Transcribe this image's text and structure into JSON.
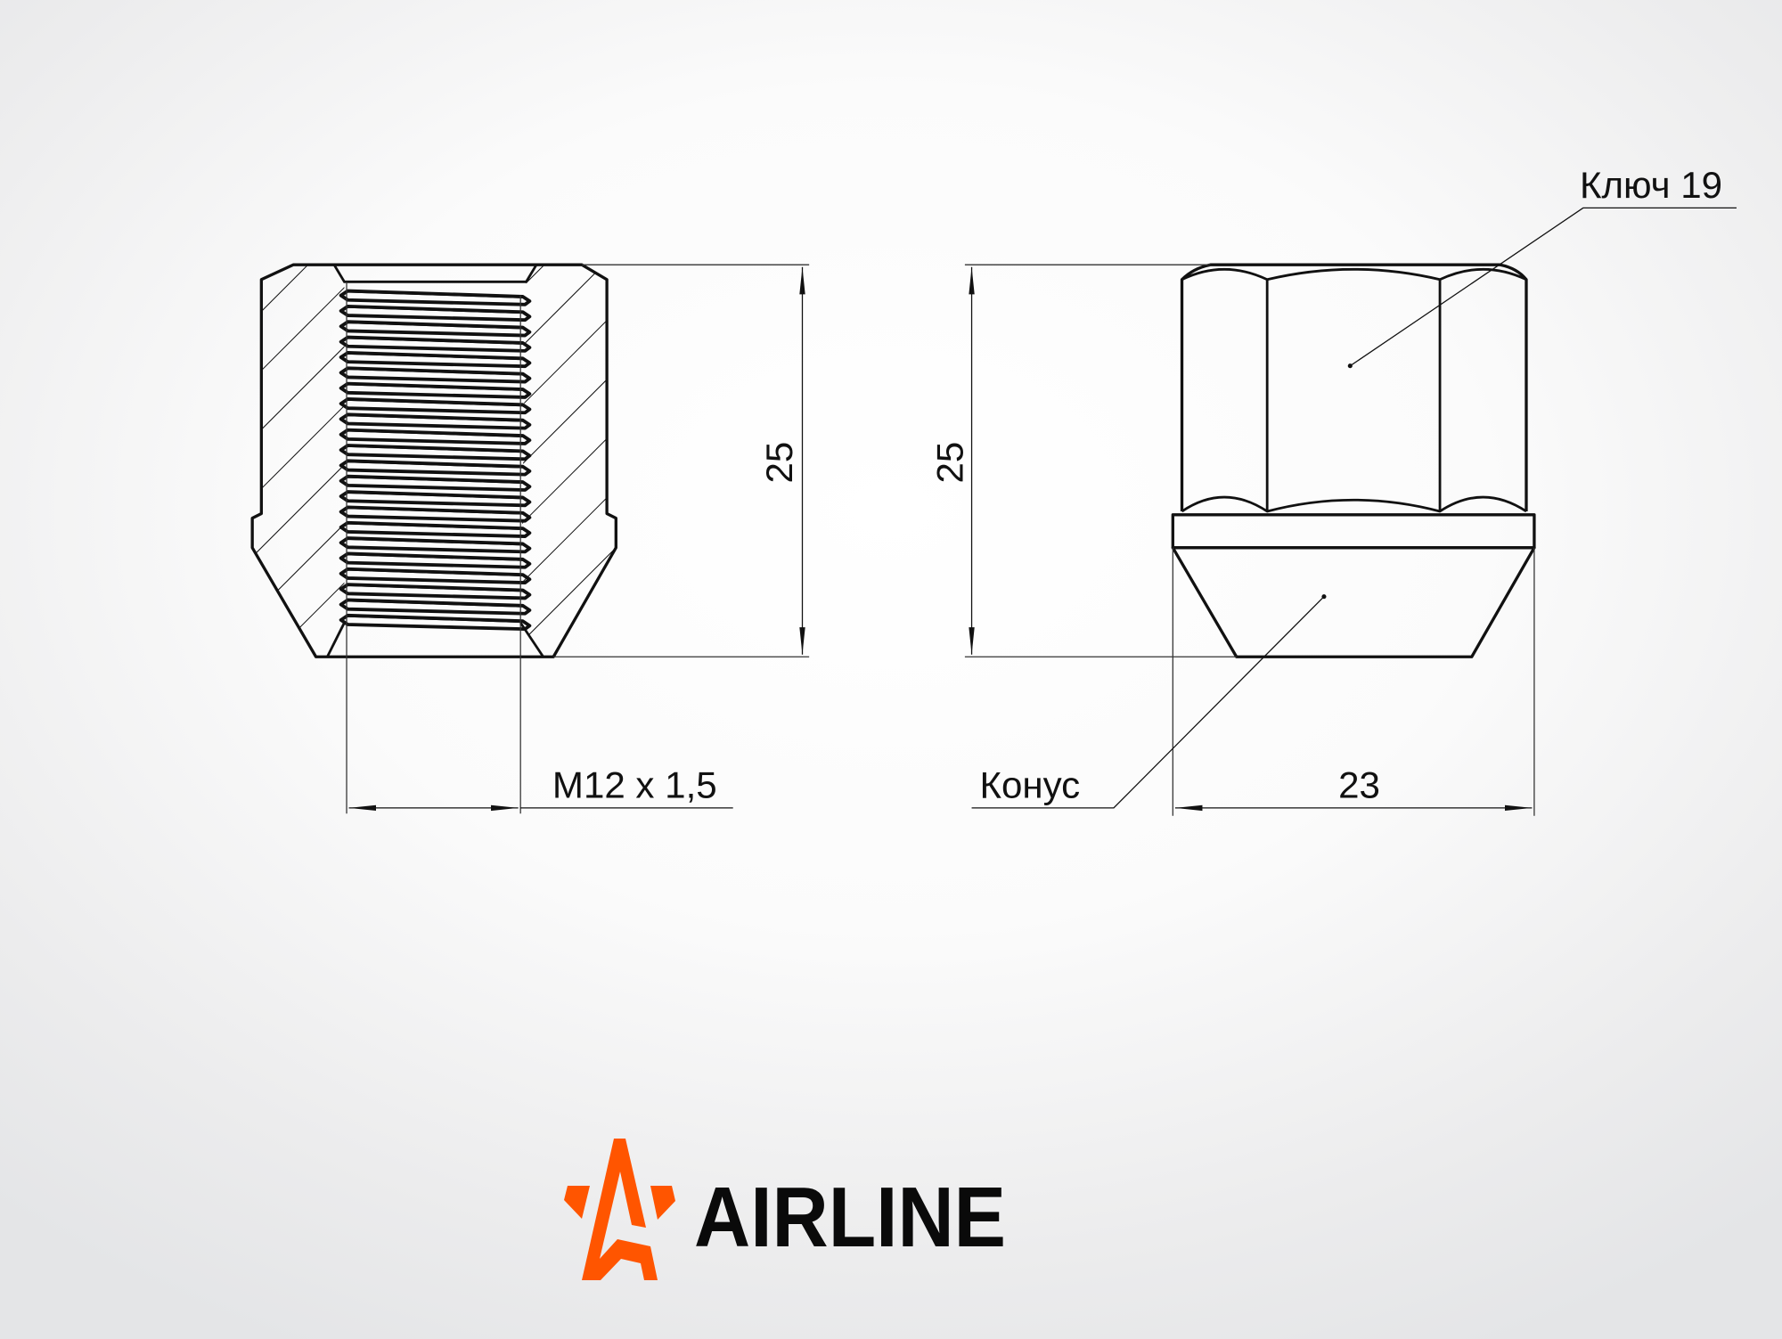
{
  "left_view": {
    "height_label": "25",
    "thread_label": "M12 x 1,5"
  },
  "right_view": {
    "height_label": "25",
    "wrench_label": "Ключ 19",
    "cone_label": "Конус",
    "width_label": "23"
  },
  "logo": {
    "text": "AIRLINE",
    "accent_color": "#ff5500"
  }
}
